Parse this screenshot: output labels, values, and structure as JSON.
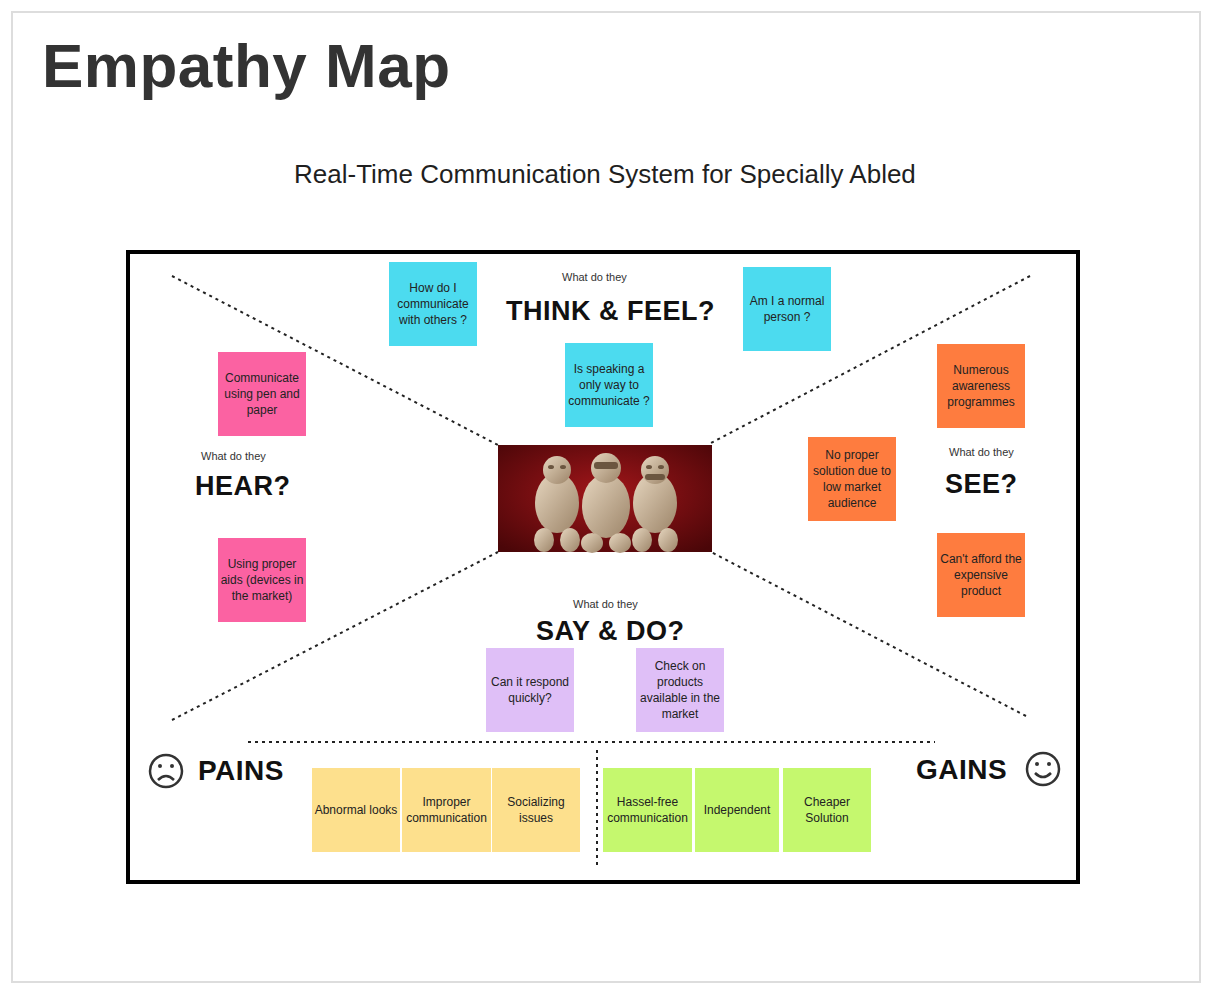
{
  "diagram": {
    "title": "Empathy Map",
    "nodes": [
      {
        "text": [
          "How do I communicate with others ?"
        ]
      },
      {
        "text": [
          "Am I a normal person ?"
        ]
      },
      {
        "text": [
          "Is speaking a only way to communicate ?"
        ]
      },
      {
        "text": [
          "Communicate using pen and paper"
        ]
      },
      {
        "text": [
          "Numerous awareness programmes"
        ]
      },
      {
        "text": [
          "No proper solution due to low market audience"
        ]
      },
      {
        "text": [
          "Using proper aids (devices in the market)"
        ]
      },
      {
        "text": [
          "Can't afford the expensive product"
        ]
      },
      {
        "text": [
          "Can it respond quickly?"
        ]
      },
      {
        "text": [
          "Check on products available in the market"
        ]
      },
      {
        "text": [
          "Abnormal looks"
        ]
      },
      {
        "text": [
          "Improper communication"
        ]
      },
      {
        "text": [
          "Socializing issues"
        ]
      },
      {
        "text": [
          "Hassel-free communication"
        ]
      },
      {
        "text": [
          "Independent"
        ]
      },
      {
        "text": [
          "Cheaper Solution"
        ]
      }
    ],
    "labels": [
      "Real-Time Communication System for Specially Abled",
      "What do they",
      "THINK & FEEL?",
      "What do they",
      "HEAR?",
      "What do they",
      "SEE?",
      "What do they",
      "SAY & DO?",
      "PAINS",
      "GAINS"
    ]
  }
}
